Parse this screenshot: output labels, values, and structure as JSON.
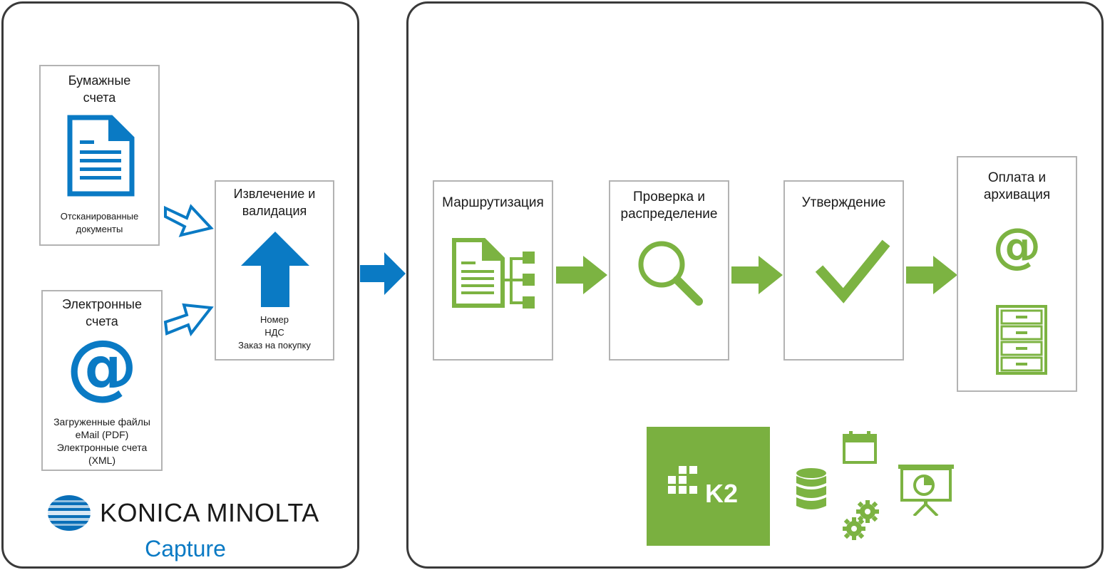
{
  "colors": {
    "blue": "#0a7ac4",
    "green": "#7cb342",
    "k2_green": "#7ab040",
    "border": "#3a3a3a",
    "box_border": "#b3b3b3"
  },
  "capture": {
    "paper": {
      "title": "Бумажные\nсчета",
      "icon": "document-icon",
      "caption": "Отсканированные\nдокументы"
    },
    "electronic": {
      "title": "Электронные\nсчета",
      "icon": "at-sign-icon",
      "caption": "Загруженные файлы\neMail (PDF)\nЭлектронные счета\n(XML)"
    },
    "extraction": {
      "title": "Извлечение и\nвалидация",
      "icon": "up-arrow-icon",
      "caption": "Номер\nНДС\nЗаказ на покупку"
    },
    "logo": {
      "brand": "KONICA MINOLTA",
      "product": "Capture"
    }
  },
  "workflow": {
    "steps": [
      {
        "label": "Маршрутизация",
        "icon": "routing-document-icon"
      },
      {
        "label": "Проверка и\nраспределение",
        "icon": "magnifier-icon"
      },
      {
        "label": "Утверждение",
        "icon": "checkmark-icon"
      },
      {
        "label": "Оплата и\nархивация",
        "icon": "at-sign-and-cabinet-icon"
      }
    ],
    "k2_logo": "K2",
    "tool_icons": [
      "database-icon",
      "calendar-icon",
      "gears-icon",
      "presentation-chart-icon"
    ]
  }
}
